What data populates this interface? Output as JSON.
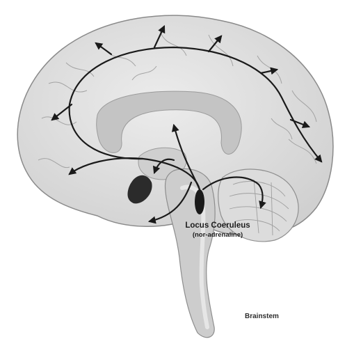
{
  "labels": {
    "locus_title": "Locus Coeruleus",
    "locus_subtitle": "(nor-adrenaline)",
    "brainstem": "Brainstem"
  },
  "colors": {
    "background": "#ffffff",
    "cortex": "#e2e2e2",
    "cortex_edge": "#8a8a8a",
    "inner_structure": "#c4c4c4",
    "nucleus": "#1a1a1a",
    "pathway": "#1a1a1a"
  },
  "icons": {
    "pathway_arrowhead": "arrowhead-icon"
  }
}
